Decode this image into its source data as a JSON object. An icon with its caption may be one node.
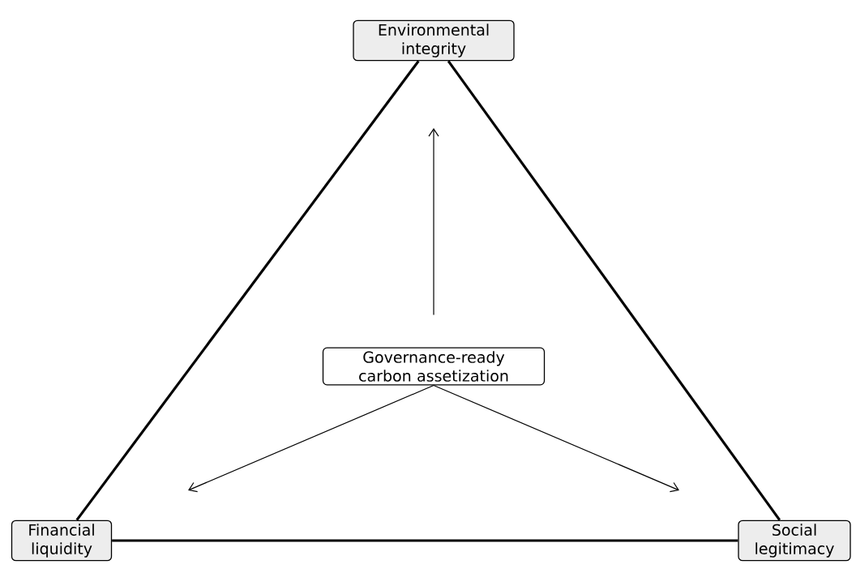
{
  "diagram": {
    "nodes": [
      {
        "text": [
          "Environmental integrity"
        ]
      },
      {
        "text": [
          "Governance-ready carbon assetization"
        ]
      },
      {
        "text": [
          "Financial liquidity"
        ]
      },
      {
        "text": [
          "Social legitimacy"
        ]
      }
    ],
    "edges": [
      {
        "from": 0,
        "to": 2,
        "arrow": "none",
        "style": "thick"
      },
      {
        "from": 0,
        "to": 3,
        "arrow": "none",
        "style": "thick"
      },
      {
        "from": 2,
        "to": 3,
        "arrow": "none",
        "style": "thick"
      },
      {
        "from": 1,
        "to": null,
        "arrow": "to"
      },
      {
        "from": 1,
        "to": null,
        "arrow": "to"
      },
      {
        "from": 1,
        "to": null,
        "arrow": "to"
      }
    ]
  }
}
